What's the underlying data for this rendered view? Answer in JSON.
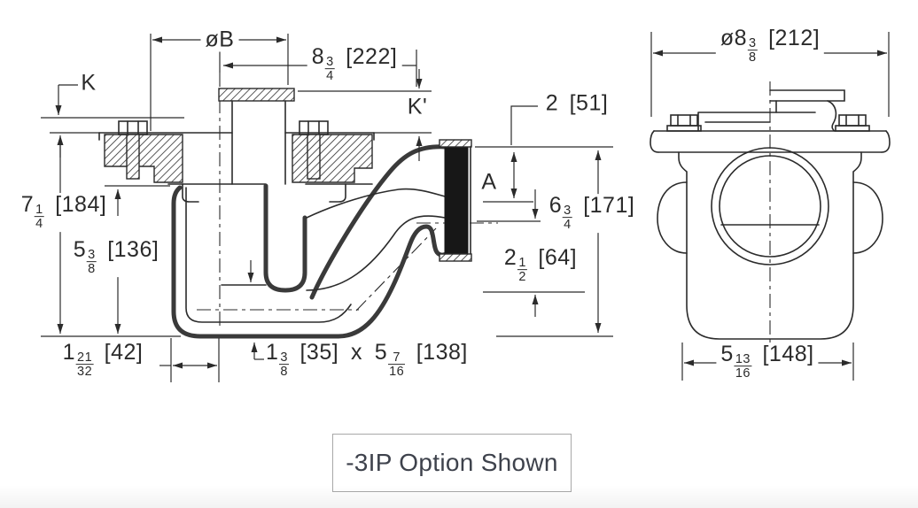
{
  "title": "Drain trap technical drawing, -3IP option",
  "colors": {
    "line": "#2b2b2b",
    "thread_fill": "#171717",
    "caption_text": "#3e424c",
    "caption_border": "#a8a8a8",
    "background": "#ffffff"
  },
  "dims": {
    "dia_b": {
      "text": "øB"
    },
    "w222": {
      "text": "8 3/4 [222]",
      "whole": "8",
      "num": "3",
      "den": "4",
      "metric": "[222]"
    },
    "k": {
      "text": "K"
    },
    "k_prime": {
      "text": "K'"
    },
    "d51": {
      "text": "2 [51]",
      "whole": "2",
      "metric": "[51]"
    },
    "a": {
      "text": "A"
    },
    "d171": {
      "text": "6 3/4 [171]",
      "whole": "6",
      "num": "3",
      "den": "4",
      "metric": "[171]"
    },
    "d64": {
      "text": "2 1/2 [64]",
      "whole": "2",
      "num": "1",
      "den": "2",
      "metric": "[64]"
    },
    "d184": {
      "text": "7 1/4 [184]",
      "whole": "7",
      "num": "1",
      "den": "4",
      "metric": "[184]"
    },
    "d136": {
      "text": "5 3/8 [136]",
      "whole": "5",
      "num": "3",
      "den": "8",
      "metric": "[136]"
    },
    "d42": {
      "text": "1 21/32 [42]",
      "whole": "1",
      "num": "21",
      "den": "32",
      "metric": "[42]"
    },
    "opening": {
      "text": "1 3/8 [35] x 5 7/16 [138]",
      "whole": "1",
      "num": "3",
      "den": "8",
      "metric": "[35]",
      "sep": "x",
      "whole2": "5",
      "num2": "7",
      "den2": "16",
      "metric2": "[138]"
    },
    "dia212": {
      "text": "ø8 3/8 [212]",
      "prefix": "ø",
      "whole": "8",
      "num": "3",
      "den": "8",
      "metric": "[212]"
    },
    "d148": {
      "text": "5 13/16 [148]",
      "whole": "5",
      "num": "13",
      "den": "16",
      "metric": "[148]"
    }
  },
  "caption": {
    "text": "-3IP Option Shown"
  }
}
